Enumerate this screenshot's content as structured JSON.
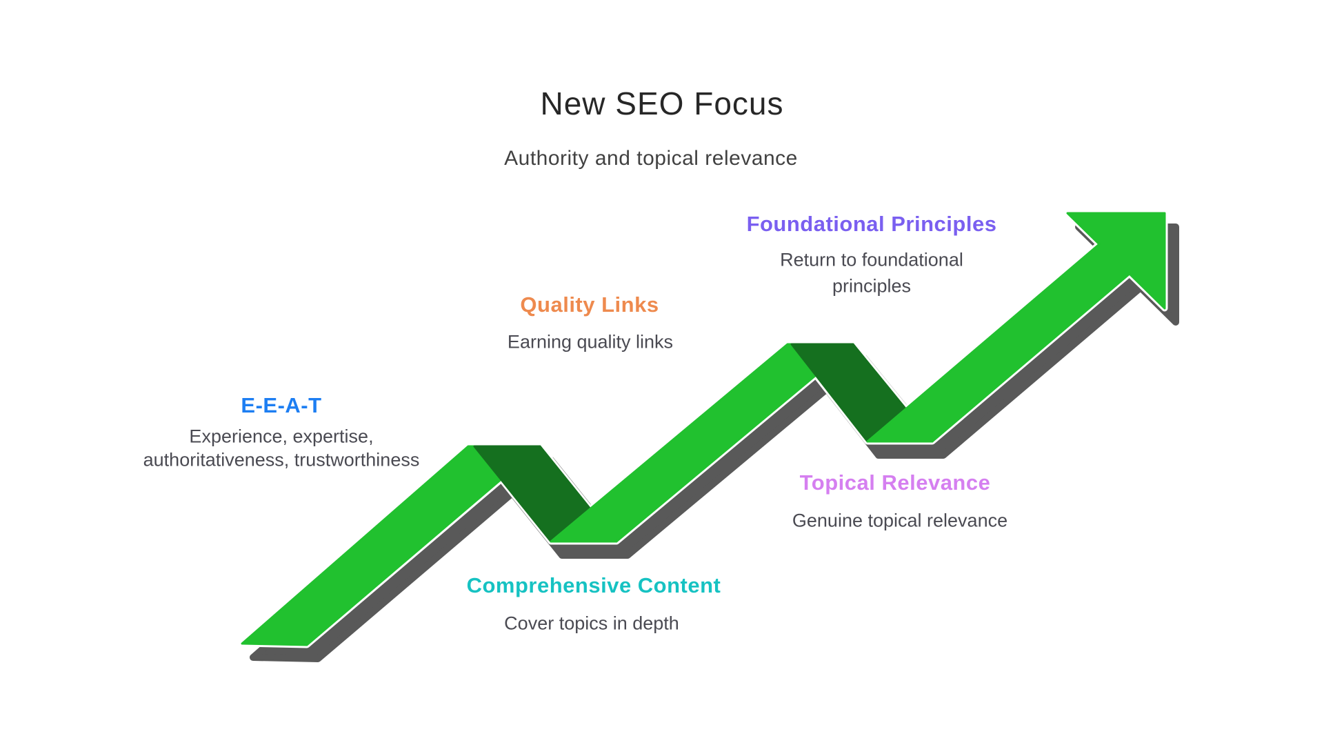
{
  "title": "New SEO Focus",
  "subtitle": "Authority and topical relevance",
  "colors": {
    "arrow_green": "#21c12f",
    "arrow_dark_green": "#15701f",
    "arrow_shadow": "#595959",
    "outline_white": "#ffffff"
  },
  "stages": {
    "eeat": {
      "label": "E-E-A-T",
      "line1": "Experience, expertise,",
      "line2": "authoritativeness, trustworthiness",
      "color": "#1d7ef2"
    },
    "comprehensive": {
      "label": "Comprehensive Content",
      "line1": "Cover topics in depth",
      "color": "#16c2c2"
    },
    "quality": {
      "label": "Quality Links",
      "line1": "Earning quality links",
      "color": "#ee8a4e"
    },
    "topical": {
      "label": "Topical Relevance",
      "line1": "Genuine topical relevance",
      "color": "#d57ff0"
    },
    "foundational": {
      "label": "Foundational Principles",
      "line1": "Return to foundational",
      "line2": "principles",
      "color": "#7a5ff0"
    }
  }
}
